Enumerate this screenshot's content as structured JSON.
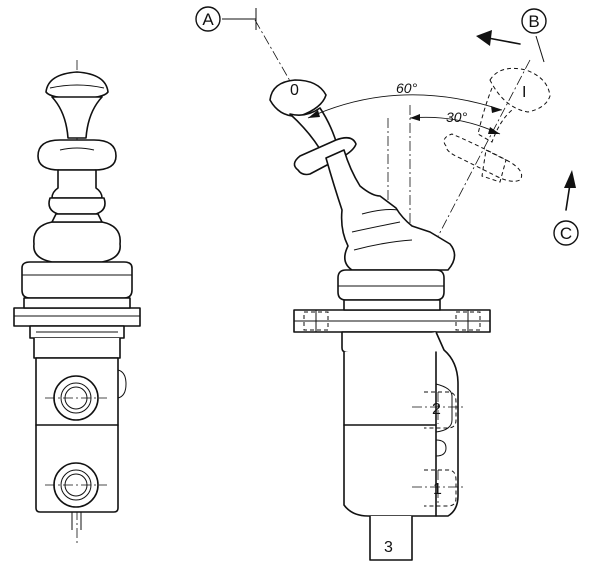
{
  "callouts": {
    "a": "A",
    "b": "B",
    "c": "C"
  },
  "angles": {
    "outer": "60°",
    "inner": "30°"
  },
  "positions": {
    "zero": "0",
    "one": "I"
  },
  "ports": {
    "p1": "1",
    "p2": "2",
    "p3": "3"
  }
}
